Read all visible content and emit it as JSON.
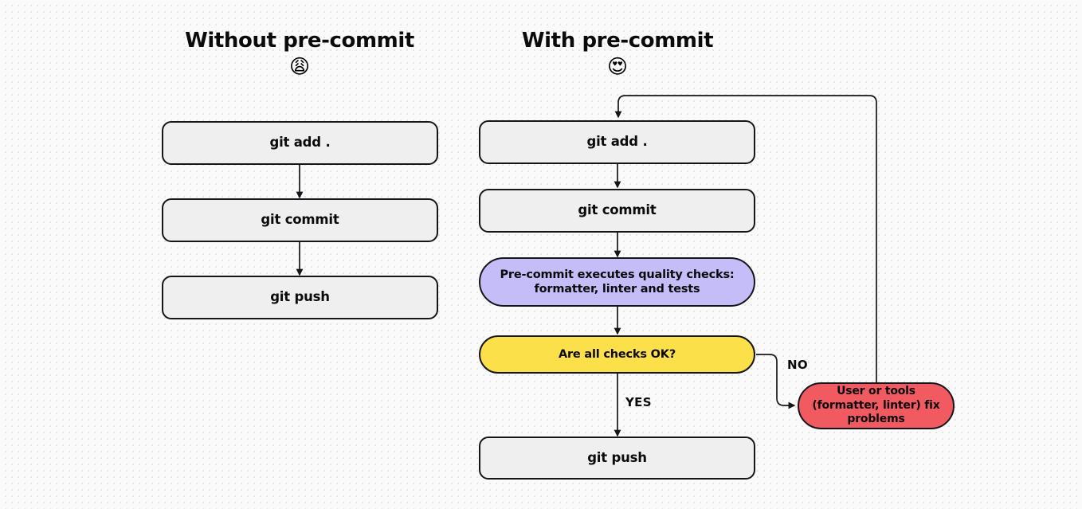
{
  "diagram": {
    "title_left": "Without pre-commit",
    "title_right": "With pre-commit",
    "emoji_left": "😩",
    "emoji_right": "😍",
    "colors": {
      "background": "#fafafa",
      "dot_grid": "#e3e3e6",
      "step_fill": "#efefef",
      "process_fill": "#c4bdf7",
      "decision_fill": "#fbe04a",
      "fix_fill": "#f25a61",
      "stroke": "#16161a",
      "text": "#0b0b0d"
    }
  },
  "left_flow": {
    "heading": "Without pre-commit",
    "nodes": [
      {
        "id": "l-add",
        "label": "git add ."
      },
      {
        "id": "l-commit",
        "label": "git commit"
      },
      {
        "id": "l-push",
        "label": "git push"
      }
    ]
  },
  "right_flow": {
    "heading": "With pre-commit",
    "nodes": [
      {
        "id": "r-add",
        "label": "git add ."
      },
      {
        "id": "r-commit",
        "label": "git commit"
      },
      {
        "id": "r-checks",
        "label": "Pre-commit executes quality checks: formatter, linter and tests"
      },
      {
        "id": "r-decision",
        "label": "Are all checks OK?"
      },
      {
        "id": "r-push",
        "label": "git push"
      },
      {
        "id": "r-fix",
        "label": "User or tools (formatter, linter) fix problems"
      }
    ],
    "edge_labels": {
      "yes": "YES",
      "no": "NO"
    }
  }
}
